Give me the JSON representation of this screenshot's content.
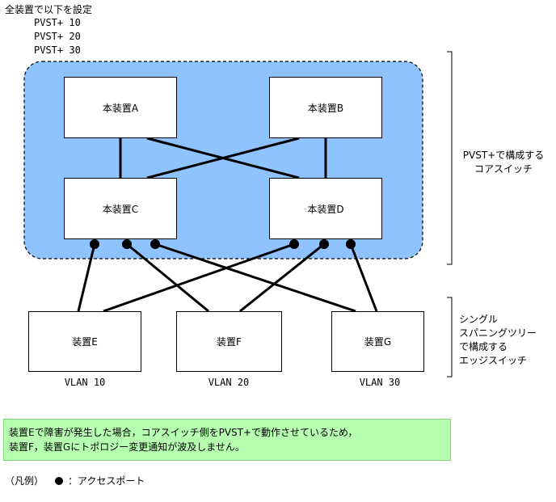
{
  "header": {
    "title": "全装置で以下を設定",
    "lines": [
      "PVST+ 10",
      "PVST+ 20",
      "PVST+ 30"
    ]
  },
  "core_devices": {
    "a": "本装置A",
    "b": "本装置B",
    "c": "本装置C",
    "d": "本装置D"
  },
  "edge_devices": {
    "e": "装置E",
    "f": "装置F",
    "g": "装置G"
  },
  "vlan_labels": {
    "e": "VLAN 10",
    "f": "VLAN 20",
    "g": "VLAN 30"
  },
  "side_labels": {
    "core": [
      "PVST+で構成する",
      "コアスイッチ"
    ],
    "edge": [
      "シングル",
      "スパニングツリー",
      "で構成する",
      "エッジスイッチ"
    ]
  },
  "note": {
    "line1": "装置Eで障害が発生した場合，コアスイッチ側をPVST+で動作させているため，",
    "line2": "装置F，装置Gにトポロジー変更通知が波及しません。"
  },
  "legend": {
    "prefix": "（凡例）",
    "text": "：アクセスポート"
  },
  "colors": {
    "core_area": "#8ec3ff",
    "note_bg": "#b6ffb0"
  }
}
